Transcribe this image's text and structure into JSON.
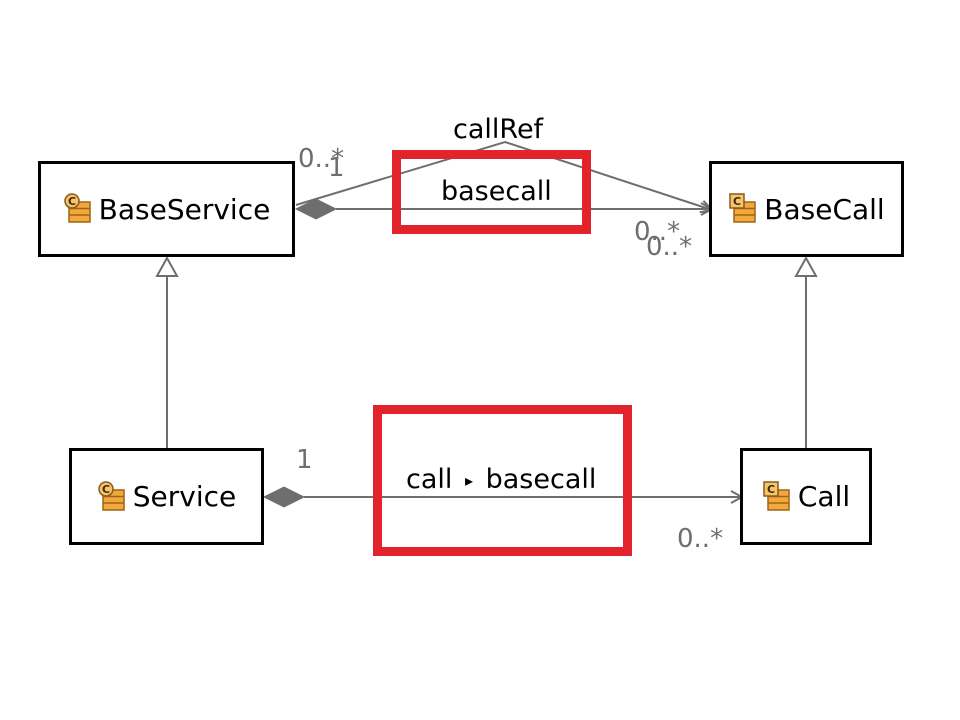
{
  "classes": {
    "base_service": "BaseService",
    "base_call": "BaseCall",
    "service": "Service",
    "call": "Call"
  },
  "icons": {
    "class_icon": "class-icon",
    "icon_letter": "C"
  },
  "associations": {
    "call_ref": {
      "name": "callRef",
      "source_multiplicity": "1",
      "target_multiplicity": "0..*"
    },
    "basecall": {
      "name": "basecall",
      "source_multiplicity": "0..*",
      "target_multiplicity": "0..*"
    },
    "call": {
      "name": "call",
      "direction_marker": "▸",
      "redefines": "basecall",
      "source_multiplicity": "1",
      "target_multiplicity": "0..*"
    }
  },
  "colors": {
    "highlight": "#e3232c",
    "line": "#6e6e6e",
    "icon_fill": "#f2a93b",
    "icon_stroke": "#a0631a"
  }
}
